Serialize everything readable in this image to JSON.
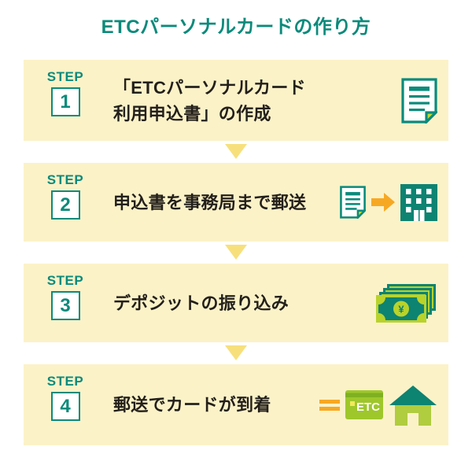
{
  "page": {
    "title": "ETCパーソナルカードの作り方",
    "background_color": "#ffffff",
    "panel_color": "#fbf2c8",
    "accent_teal": "#0b8a7b",
    "accent_green": "#a6ce39",
    "accent_orange": "#f7a823",
    "connector_color": "#f7e07c"
  },
  "steps": [
    {
      "badge_label": "STEP",
      "number": "1",
      "lines": [
        "「ETCパーソナルカード",
        "利用申込書」の作成"
      ],
      "icons": [
        "document-icon"
      ]
    },
    {
      "badge_label": "STEP",
      "number": "2",
      "lines": [
        "申込書を事務局まで郵送"
      ],
      "icons": [
        "document-icon",
        "arrow-right-icon",
        "building-icon"
      ]
    },
    {
      "badge_label": "STEP",
      "number": "3",
      "lines": [
        "デポジットの振り込み"
      ],
      "icons": [
        "money-stack-icon"
      ]
    },
    {
      "badge_label": "STEP",
      "number": "4",
      "lines": [
        "郵送でカードが到着"
      ],
      "icons": [
        "equals-icon",
        "etc-card-icon",
        "house-icon"
      ],
      "card_text": "ETC"
    }
  ]
}
